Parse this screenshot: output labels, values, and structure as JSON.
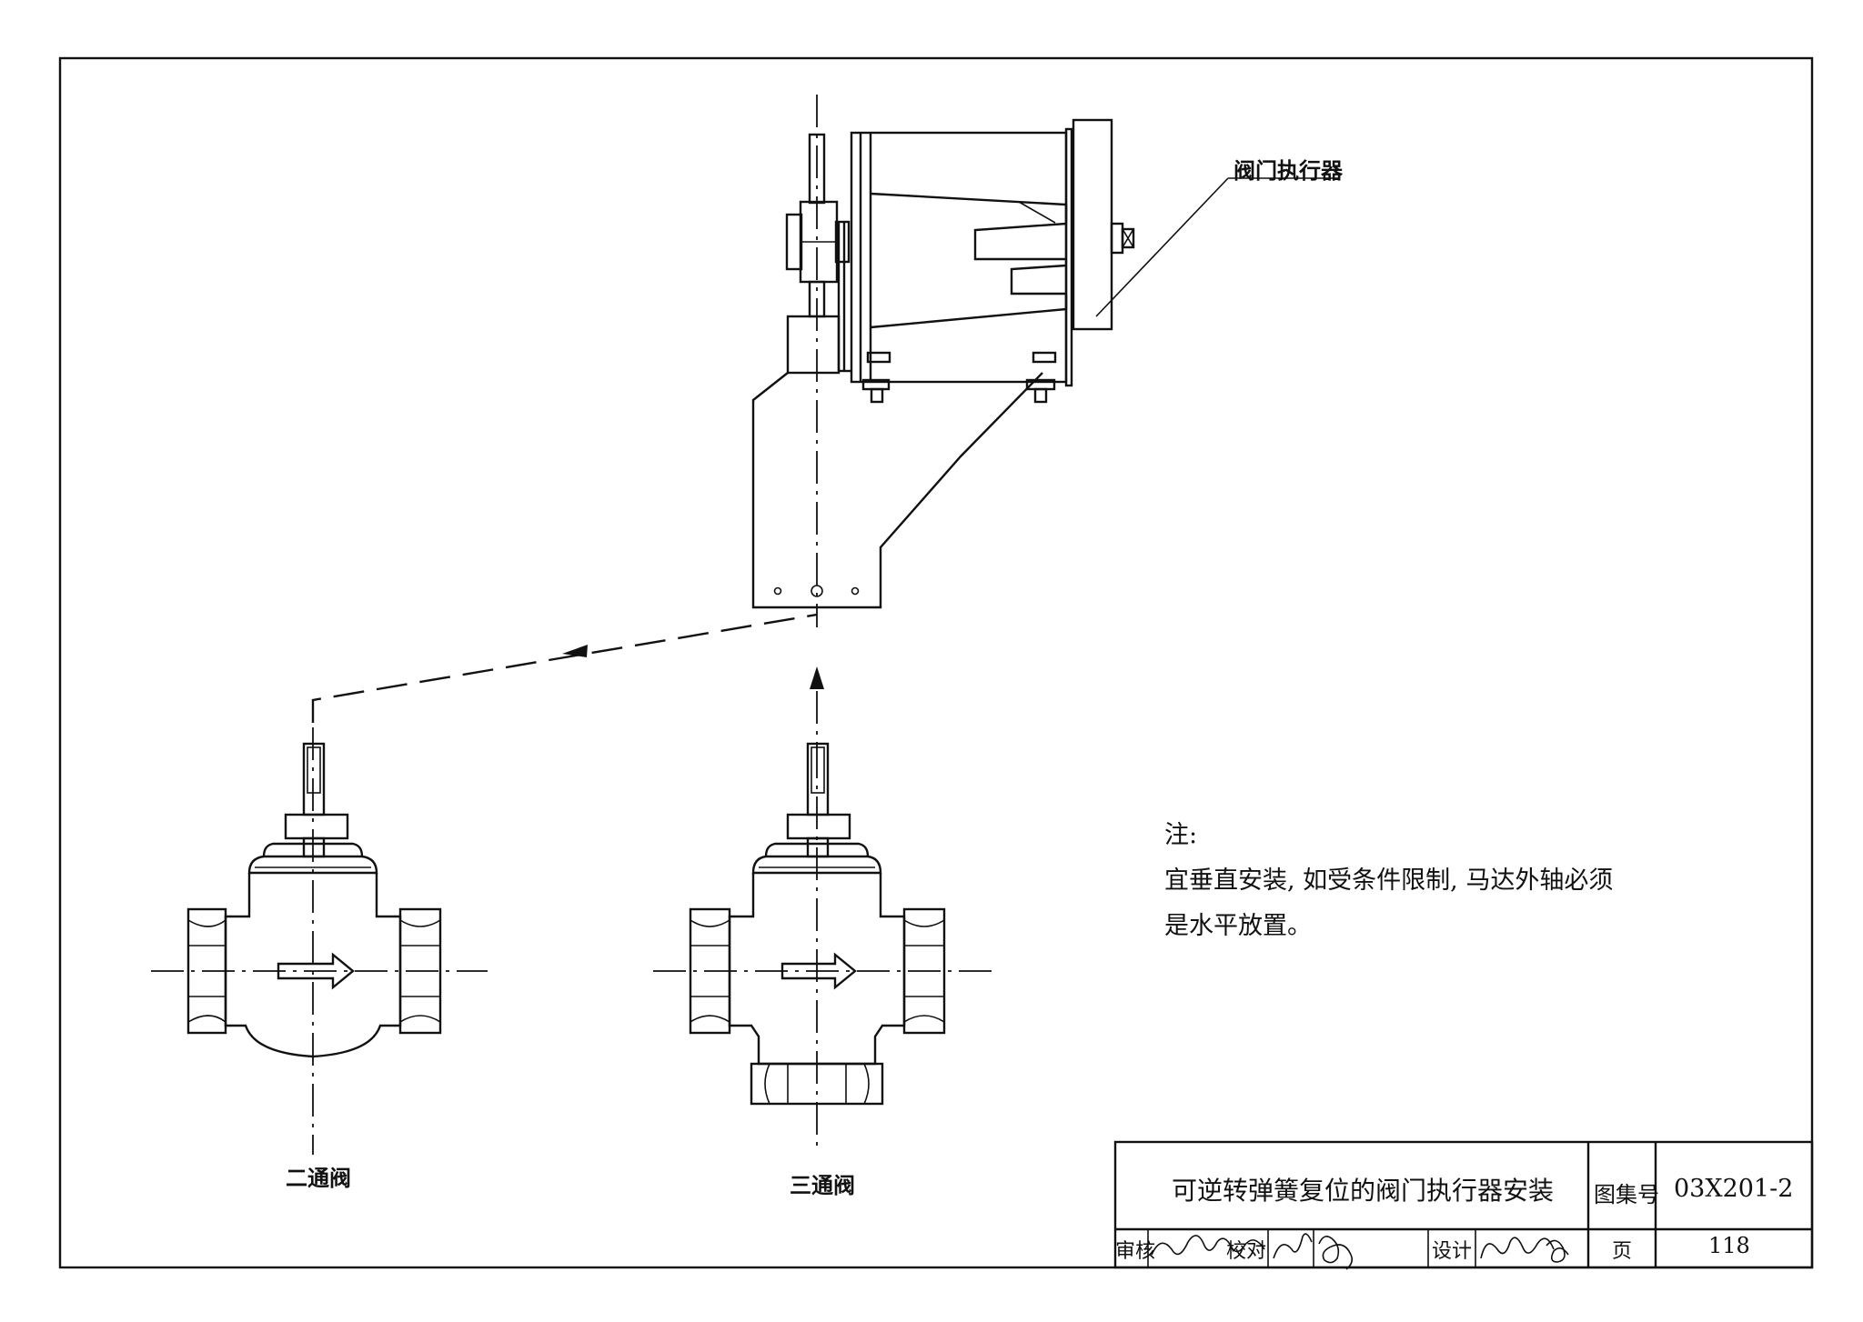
{
  "labels": {
    "actuator": "阀门执行器",
    "two_way_valve": "二通阀",
    "three_way_valve": "三通阀"
  },
  "note": {
    "title": "注:",
    "line1": "宜垂直安装, 如受条件限制, 马达外轴必须",
    "line2": "是水平放置。"
  },
  "title_block": {
    "title": "可逆转弹簧复位的阀门执行器安装",
    "atlas_label": "图集号",
    "atlas_no": "03X201-2",
    "review_label": "审核",
    "check_label": "校对",
    "design_label": "设计",
    "page_label": "页",
    "page_no": "118"
  }
}
